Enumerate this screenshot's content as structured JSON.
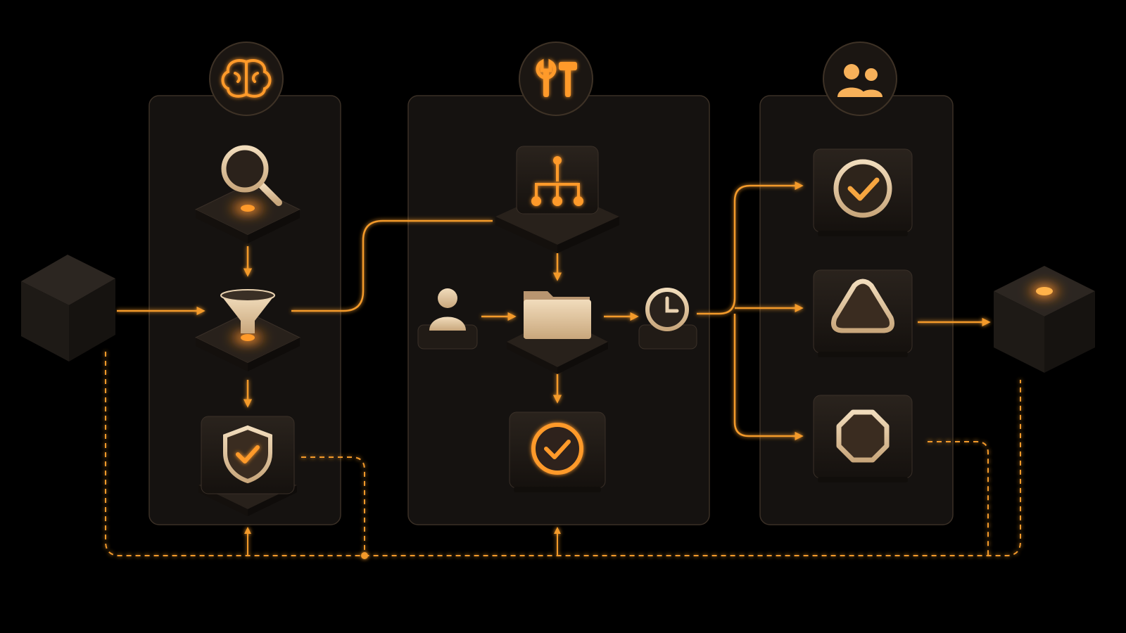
{
  "diagram": {
    "theme": {
      "background": "#000000",
      "accent": "#f39a2c",
      "accent_glow": "#ff8a1a",
      "panel_fill": "#171310",
      "panel_stroke": "#3b3026",
      "tile_fill": "#221c17",
      "cream": "#e9d2b0",
      "cream_dark": "#c9a97f"
    },
    "stages": [
      {
        "id": "analyze",
        "badge_icon": "brain-icon",
        "steps": [
          "search-icon",
          "funnel-icon",
          "shield-check-icon"
        ]
      },
      {
        "id": "tools",
        "badge_icon": "tools-icon",
        "steps": [
          "hierarchy-icon",
          "user-icon",
          "folder-icon",
          "clock-icon",
          "check-circle-icon"
        ]
      },
      {
        "id": "people",
        "badge_icon": "users-icon",
        "steps": [
          "check-circle-icon",
          "rounded-triangle-icon",
          "octagon-icon"
        ]
      }
    ],
    "endpoints": [
      "input-cube-icon",
      "output-cube-icon"
    ]
  }
}
